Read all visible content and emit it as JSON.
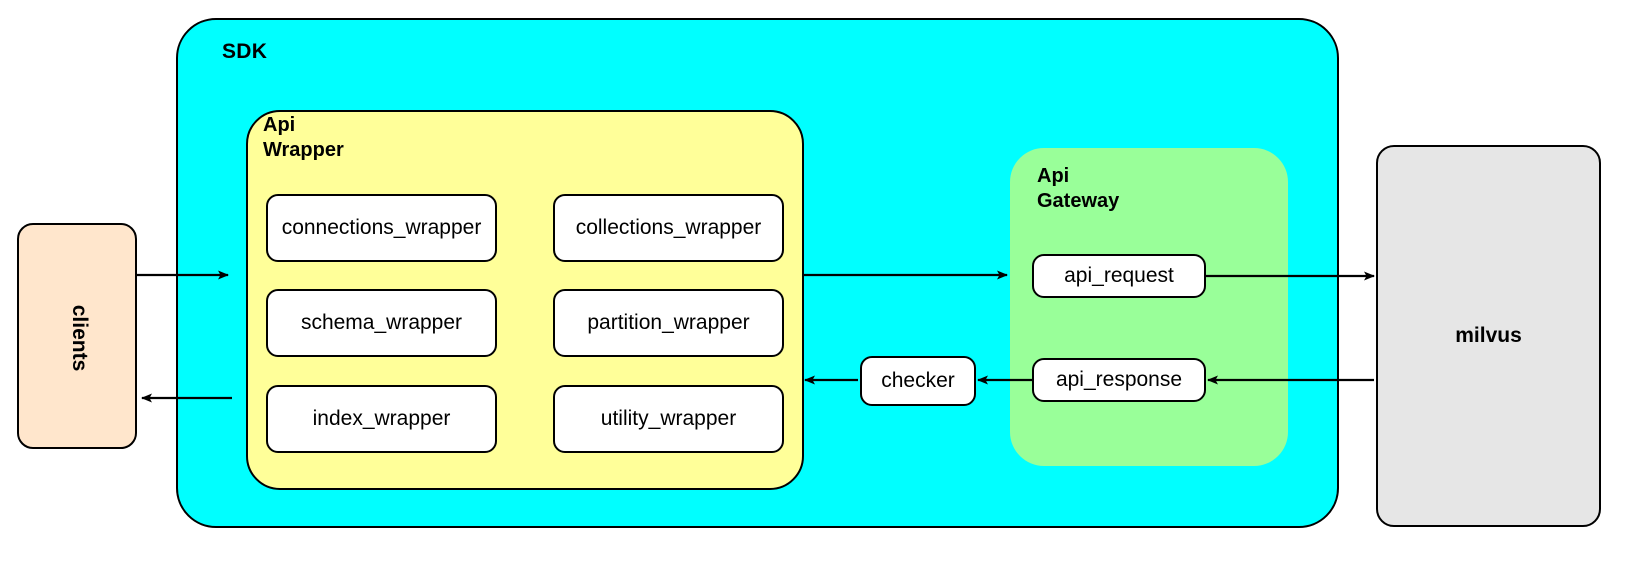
{
  "diagram": {
    "title_sdk": "SDK",
    "nodes": {
      "clients": {
        "label": "clients"
      },
      "sdk": {
        "label": "SDK"
      },
      "api_wrapper": {
        "label": "Api\nWrapper"
      },
      "api_gateway": {
        "label": "Api\nGateway"
      },
      "checker": {
        "label": "checker"
      },
      "milvus": {
        "label": "milvus"
      }
    },
    "api_wrapper_modules": [
      {
        "label": "connections_wrapper",
        "col": 0,
        "row": 0
      },
      {
        "label": "collections_wrapper",
        "col": 1,
        "row": 0
      },
      {
        "label": "schema_wrapper",
        "col": 0,
        "row": 1
      },
      {
        "label": "partition_wrapper",
        "col": 1,
        "row": 1
      },
      {
        "label": "index_wrapper",
        "col": 0,
        "row": 2
      },
      {
        "label": "utility_wrapper",
        "col": 1,
        "row": 2
      }
    ],
    "api_gateway_modules": [
      {
        "label": "api_request"
      },
      {
        "label": "api_response"
      }
    ],
    "colors": {
      "sdk_fill": "#00ffff",
      "api_wrapper_fill": "#ffff99",
      "api_gateway_fill": "#99ff99",
      "clients_fill": "#ffe6cc",
      "milvus_fill": "#e6e6e6",
      "leaf_fill": "#ffffff",
      "stroke": "#000000",
      "page_background": "#ffffff"
    },
    "flows": [
      {
        "from": "clients",
        "to": "api_wrapper",
        "direction": "right"
      },
      {
        "from": "api_wrapper",
        "to": "api_gateway",
        "direction": "right"
      },
      {
        "from": "api_request",
        "to": "milvus",
        "direction": "right"
      },
      {
        "from": "milvus",
        "to": "api_response",
        "direction": "left"
      },
      {
        "from": "api_response",
        "to": "checker",
        "direction": "left"
      },
      {
        "from": "checker",
        "to": "api_wrapper",
        "direction": "left"
      },
      {
        "from": "api_wrapper",
        "to": "clients",
        "direction": "left"
      }
    ]
  }
}
